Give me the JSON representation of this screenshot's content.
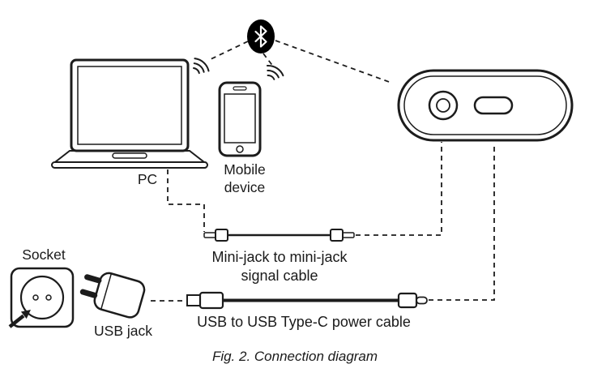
{
  "diagram": {
    "caption": "Fig. 2. Connection diagram",
    "labels": {
      "pc": "PC",
      "mobile_device": "Mobile device",
      "socket": "Socket",
      "usb_jack": "USB jack",
      "minijack_cable": "Mini-jack to mini-jack signal cable",
      "usb_cable": "USB to USB Type-C power cable"
    },
    "icons": {
      "bluetooth": "bluetooth-icon",
      "wireless_pc": "wireless-signal-icon",
      "wireless_phone": "wireless-signal-icon",
      "laptop": "laptop-icon",
      "smartphone": "smartphone-icon",
      "speaker": "speaker-icon",
      "socket": "power-socket-icon",
      "usb_plug": "usb-plug-icon",
      "minijack_cable": "minijack-cable-icon",
      "usb_cable": "usb-cable-icon",
      "arrow": "arrow-icon"
    },
    "colors": {
      "background": "#ffffff",
      "line": "#1c1c1c",
      "bluetooth_fill": "#000000",
      "text": "#1a1a1a"
    }
  }
}
